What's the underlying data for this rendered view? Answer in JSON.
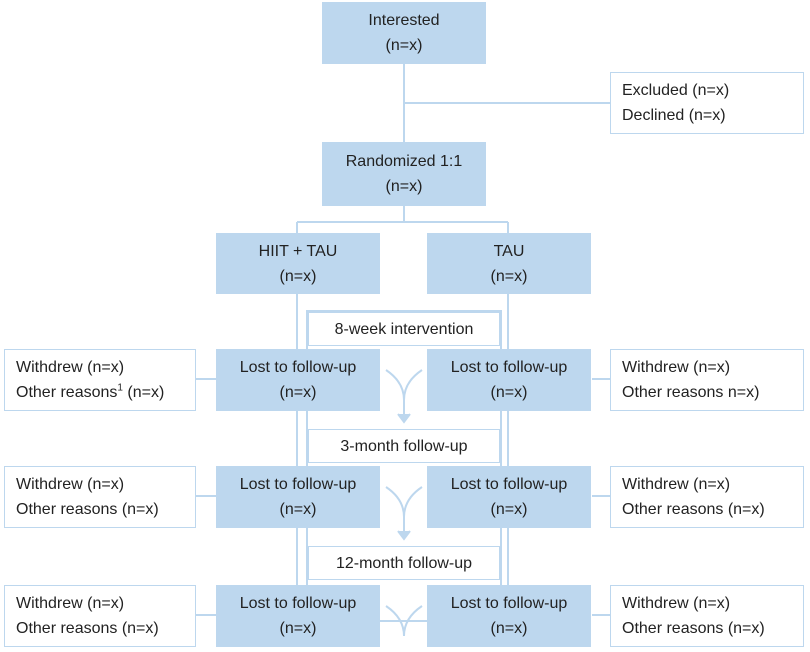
{
  "interested": {
    "title": "Interested",
    "n": "(n=x)"
  },
  "excluded": {
    "excluded": "Excluded (n=x)",
    "declined": "Declined (n=x)"
  },
  "randomized": {
    "title": "Randomized 1:1",
    "n": "(n=x)"
  },
  "arms": {
    "hiit": {
      "title": "HIIT + TAU",
      "n": "(n=x)"
    },
    "tau": {
      "title": "TAU",
      "n": "(n=x)"
    }
  },
  "phases": [
    "8-week intervention",
    "3-month follow-up",
    "12-month follow-up"
  ],
  "lost": {
    "title": "Lost to follow-up",
    "n": "(n=x)"
  },
  "stages": [
    {
      "left": {
        "withdrew": "Withdrew (n=x)",
        "other": "Other reasons",
        "sup": "1",
        "other_n": " (n=x)"
      },
      "right": {
        "withdrew": "Withdrew (n=x)",
        "other": "Other reasons n=x)"
      }
    },
    {
      "left": {
        "withdrew": "Withdrew (n=x)",
        "other": "Other reasons (n=x)"
      },
      "right": {
        "withdrew": "Withdrew (n=x)",
        "other": "Other reasons (n=x)"
      }
    },
    {
      "left": {
        "withdrew": "Withdrew (n=x)",
        "other": "Other reasons (n=x)"
      },
      "right": {
        "withdrew": "Withdrew (n=x)",
        "other": "Other reasons (n=x)"
      }
    }
  ],
  "colors": {
    "box_fill": "#bdd7ee",
    "connector": "#bdd7ee",
    "outline": "#bdd7ee"
  }
}
